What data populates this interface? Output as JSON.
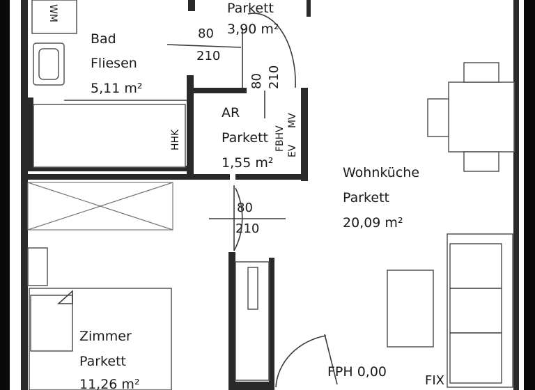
{
  "rooms": {
    "flur": {
      "floor": "Parkett",
      "area": "3,90 m²"
    },
    "bad": {
      "name": "Bad",
      "floor": "Fliesen",
      "area": "5,11 m²"
    },
    "ar": {
      "name": "AR",
      "floor": "Parkett",
      "area": "1,55 m²"
    },
    "wohnkueche": {
      "name": "Wohnküche",
      "floor": "Parkett",
      "area": "20,09 m²"
    },
    "zimmer": {
      "name": "Zimmer",
      "floor": "Parkett",
      "area": "11,26 m²"
    }
  },
  "doors": {
    "bad_door": {
      "width": "80",
      "height": "210"
    },
    "ar_door": {
      "width": "80",
      "height": "210"
    },
    "zimmer_door": {
      "width": "80",
      "height": "210"
    }
  },
  "fixtures": {
    "wm": "WM",
    "hhk": "HHK",
    "fbhv": "FBHV",
    "ev": "EV",
    "mv": "MV",
    "fph": "FPH 0,00",
    "fix": "FIX"
  }
}
